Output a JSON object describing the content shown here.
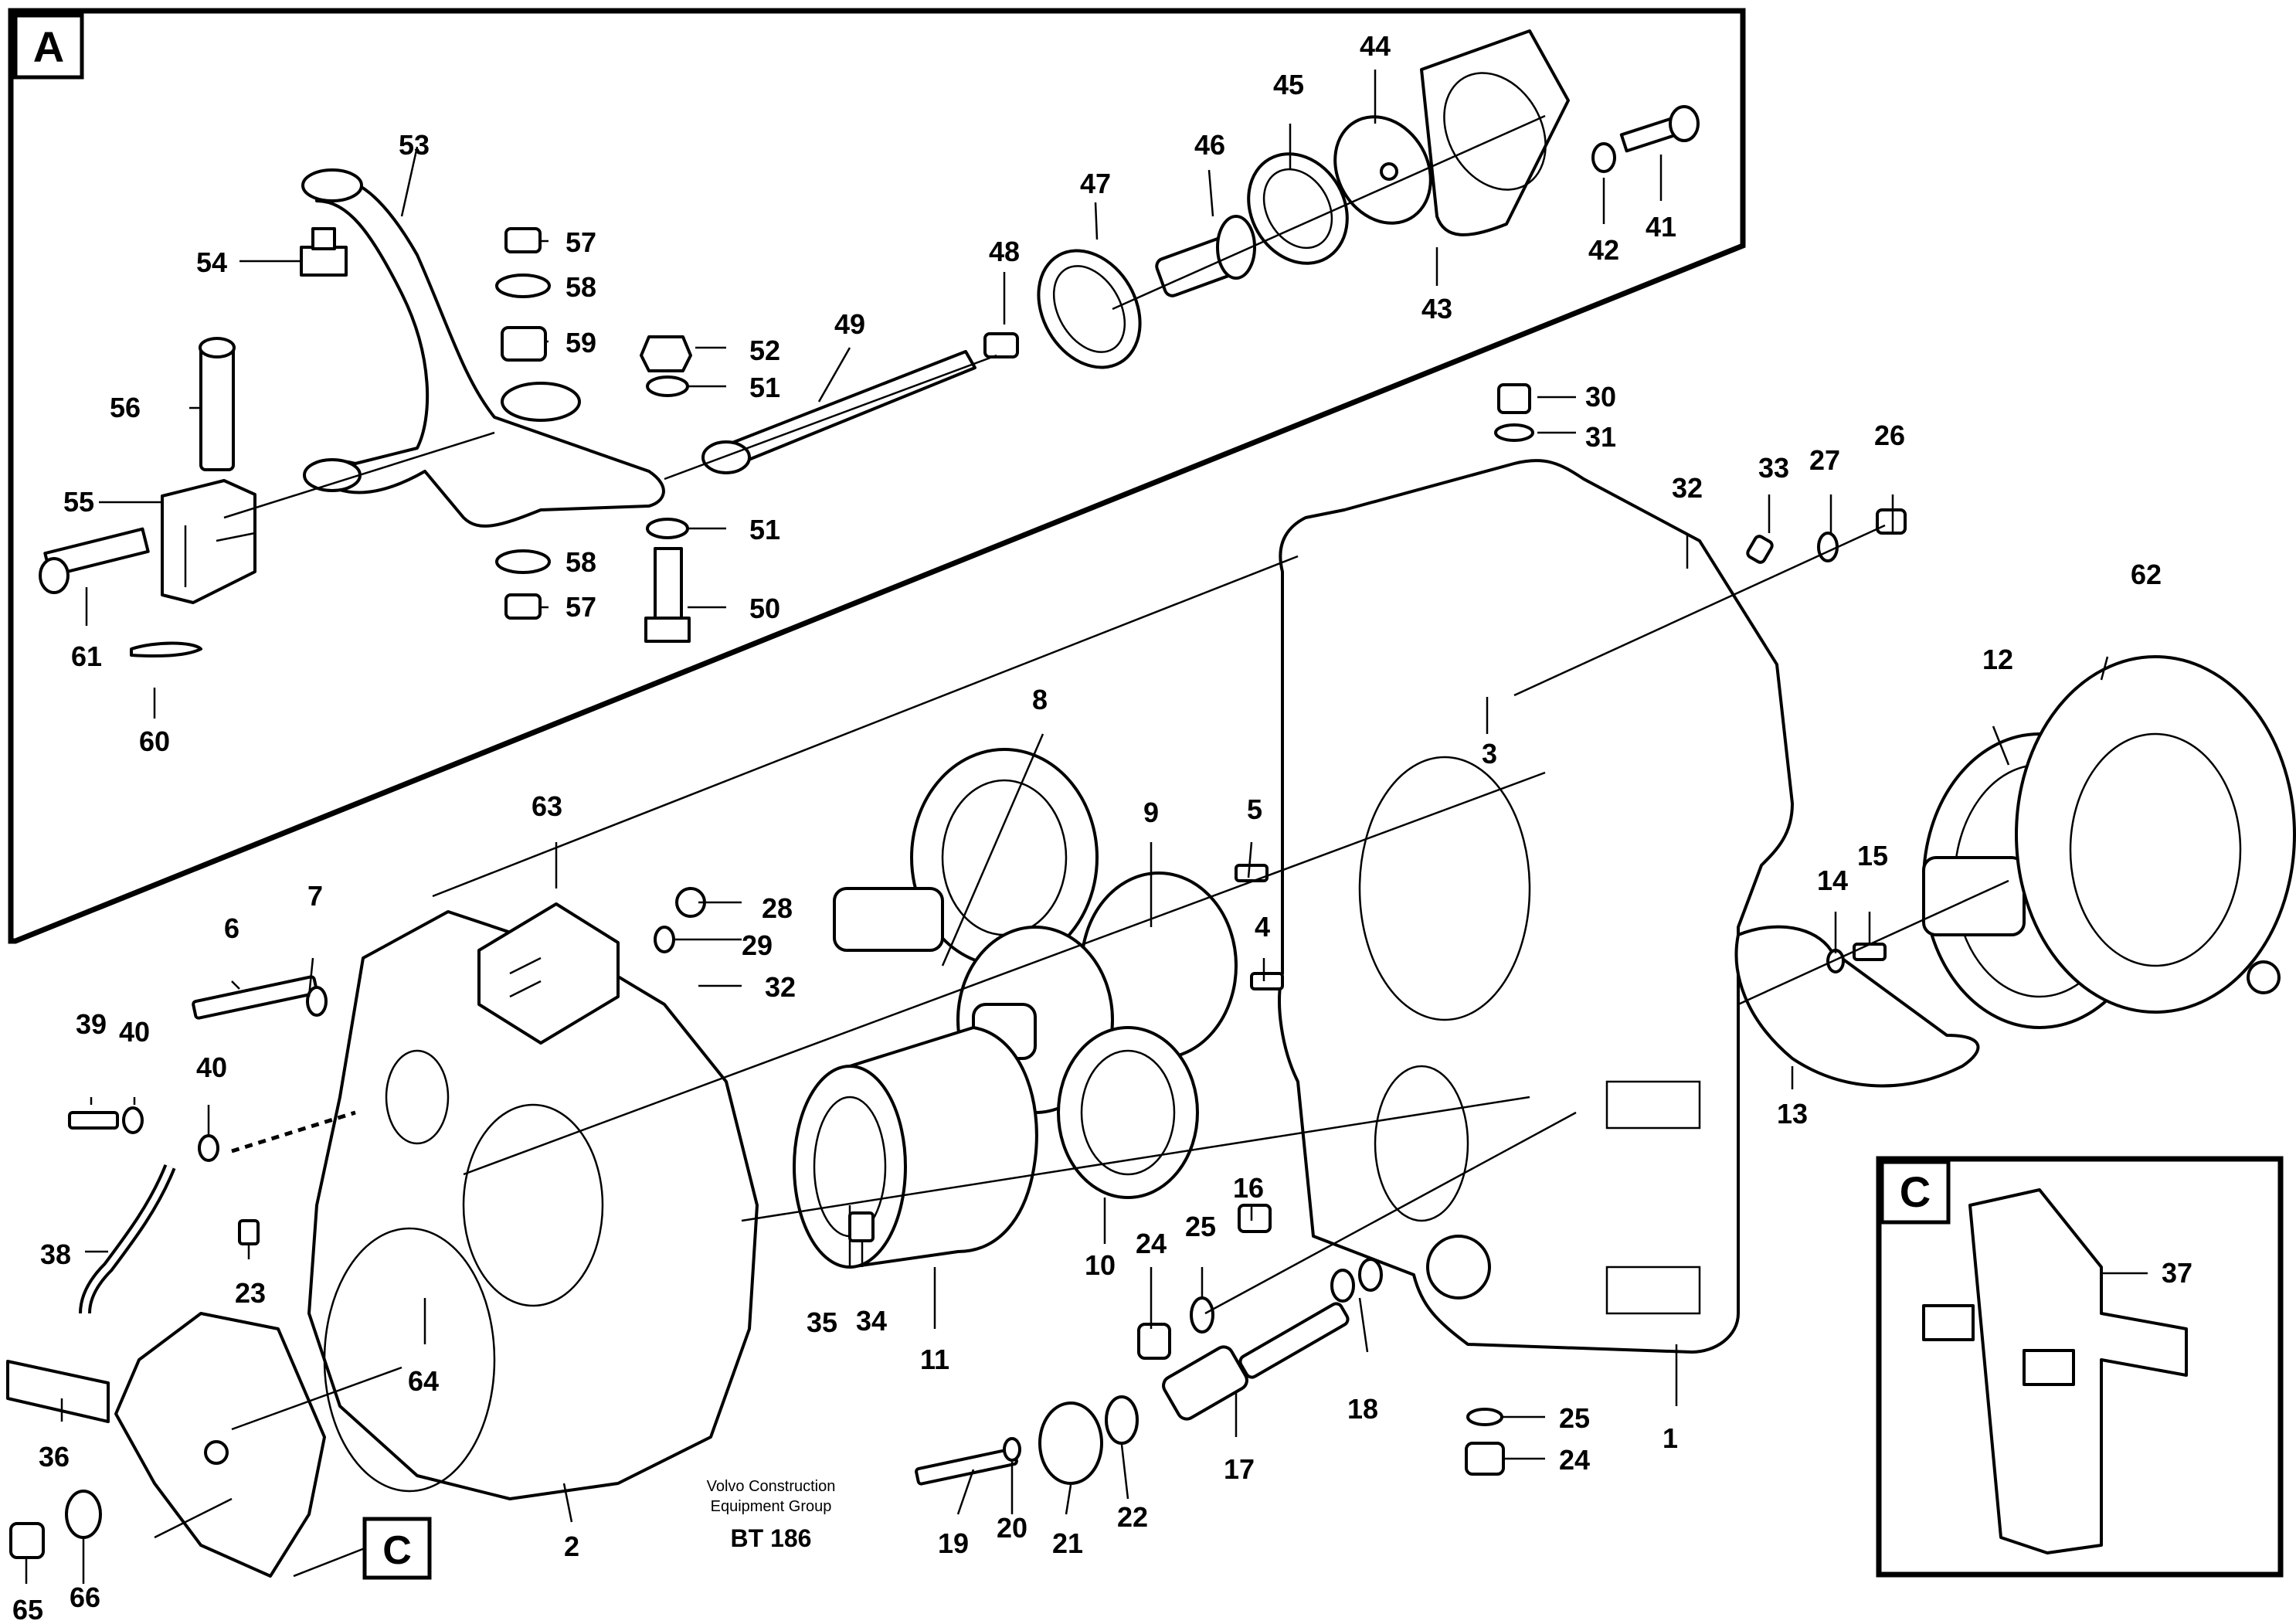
{
  "detail_markers": {
    "A": "A",
    "C": "C"
  },
  "footer": {
    "company_line1": "Volvo Construction",
    "company_line2": "Equipment Group",
    "code": "BT 186"
  },
  "callouts": {
    "n1": "1",
    "n2": "2",
    "n3": "3",
    "n4": "4",
    "n5": "5",
    "n6": "6",
    "n7": "7",
    "n8": "8",
    "n9": "9",
    "n10": "10",
    "n11": "11",
    "n12": "12",
    "n13": "13",
    "n14": "14",
    "n15": "15",
    "n16": "16",
    "n17": "17",
    "n18": "18",
    "n19": "19",
    "n20": "20",
    "n21": "21",
    "n22": "22",
    "n23": "23",
    "n24": "24",
    "n25": "25",
    "n26": "26",
    "n27": "27",
    "n28": "28",
    "n29": "29",
    "n30": "30",
    "n31": "31",
    "n32": "32",
    "n33": "33",
    "n34": "34",
    "n35": "35",
    "n36": "36",
    "n37": "37",
    "n38": "38",
    "n39": "39",
    "n40": "40",
    "n41": "41",
    "n42": "42",
    "n43": "43",
    "n44": "44",
    "n45": "45",
    "n46": "46",
    "n47": "47",
    "n48": "48",
    "n49": "49",
    "n50": "50",
    "n51": "51",
    "n52": "52",
    "n53": "53",
    "n54": "54",
    "n55": "55",
    "n56": "56",
    "n57": "57",
    "n58": "58",
    "n59": "59",
    "n60": "60",
    "n61": "61",
    "n62": "62",
    "n63": "63",
    "n64": "64",
    "n65": "65",
    "n66": "66"
  }
}
